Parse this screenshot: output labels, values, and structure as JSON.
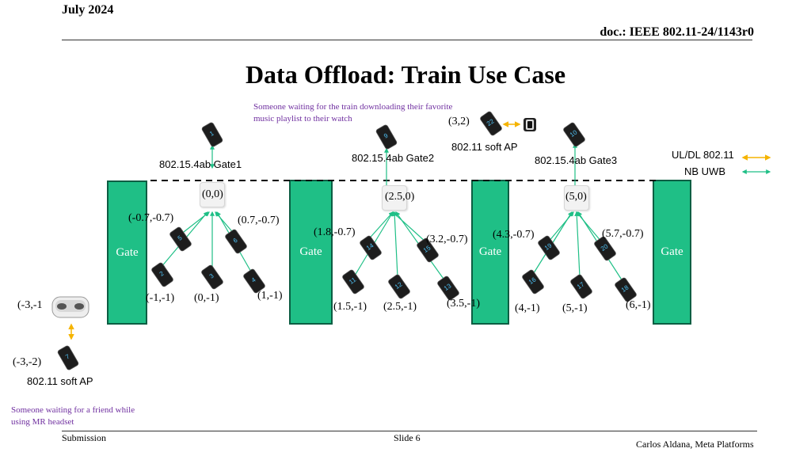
{
  "header": {
    "date": "July 2024",
    "doc": "doc.: IEEE 802.11-24/1143r0"
  },
  "title": "Data Offload: Train Use Case",
  "notes": {
    "train": "Someone waiting for the train downloading their favorite music playlist to their watch",
    "friend": "Someone waiting for a friend while using MR headset"
  },
  "legend": {
    "line1": "UL/DL 802.11",
    "line2": "NB UWB"
  },
  "gates": {
    "label": "Gate"
  },
  "gate_labels": {
    "g1": "802.15.4ab Gate1",
    "g2": "802.15.4ab Gate2",
    "g3": "802.15.4ab Gate3"
  },
  "softap": {
    "top": "802.11 soft AP",
    "bottom": "802.11 soft AP"
  },
  "coords": {
    "a1": "(0,0)",
    "a2": "(2.5,0)",
    "a3": "(5,0)",
    "c1": "(-0.7,-0.7)",
    "c2": "(0.7,-0.7)",
    "c3": "(1.8,-0.7)",
    "c4": "(3.2,-0.7)",
    "c5": "(4.3,-0.7)",
    "c6": "(5.7,-0.7)",
    "d1": "(-1,-1)",
    "d2": "(0,-1)",
    "d3": "(1,-1)",
    "d4": "(1.5,-1)",
    "d5": "(2.5,-1)",
    "d6": "(3.5,-1)",
    "d7": "(4,-1)",
    "d8": "(5,-1)",
    "d9": "(6,-1)",
    "p32": "(3,2)",
    "m31": "(-3,-1",
    "m32": "(-3,-2)"
  },
  "devices": [
    "1",
    "2",
    "3",
    "4",
    "5",
    "6",
    "7",
    "9",
    "10",
    "11",
    "12",
    "13",
    "14",
    "15",
    "16",
    "17",
    "18",
    "19",
    "20",
    "22"
  ],
  "colors": {
    "gate": "#1fbf86",
    "uwb": "#1fbf86",
    "wifi": "#f5b400",
    "note": "#7030a0"
  },
  "footer": {
    "left": "Submission",
    "center": "Slide 6",
    "right": "Carlos Aldana, Meta Platforms"
  }
}
